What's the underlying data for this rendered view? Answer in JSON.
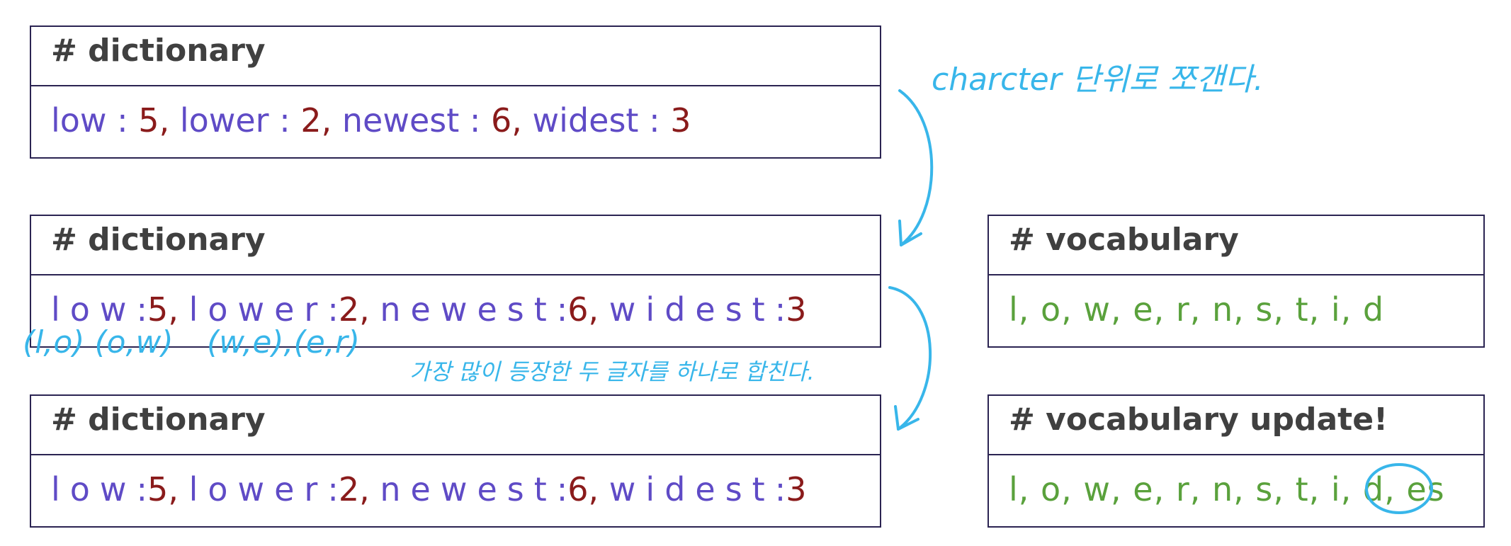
{
  "boxes": [
    {
      "id": "dict-1",
      "title": "# dictionary",
      "entries": [
        {
          "word": "low",
          "count": "5"
        },
        {
          "word": "lower",
          "count": "2"
        },
        {
          "word": "newest",
          "count": "6"
        },
        {
          "word": "widest",
          "count": "3"
        }
      ]
    },
    {
      "id": "dict-2",
      "title": "# dictionary",
      "entries": [
        {
          "word": "low",
          "count": "5"
        },
        {
          "word": "lower",
          "count": "2"
        },
        {
          "word": "newest",
          "count": "6"
        },
        {
          "word": "widest",
          "count": "3"
        }
      ]
    },
    {
      "id": "dict-3",
      "title": "# dictionary",
      "entries": [
        {
          "word": "low",
          "count": "5"
        },
        {
          "word": "lower",
          "count": "2"
        },
        {
          "word": "newest",
          "count": "6"
        },
        {
          "word": "widest",
          "count": "3"
        }
      ]
    }
  ],
  "vocabulary": {
    "title": "# vocabulary",
    "items": "l, o, w, e, r, n, s, t, i, d"
  },
  "vocabulary_update": {
    "title": "# vocabulary update!",
    "items": "l, o, w, e, r, n, s, t, i, d,",
    "new_item": "es"
  },
  "annotations": {
    "split_note": "charcter 단위로 쪼갠다.",
    "merge_note": "가장 많이 등장한 두 글자를 하나로 합친다.",
    "pairs_1": "(l,o) (o,w)",
    "pairs_2": "(w,e),(e,r)"
  },
  "colors": {
    "border": "#2b2452",
    "word": "#5f4bc6",
    "count": "#8a1b1b",
    "vocab": "#5aa13c",
    "annotation": "#38b6ea",
    "heading": "#404040"
  }
}
